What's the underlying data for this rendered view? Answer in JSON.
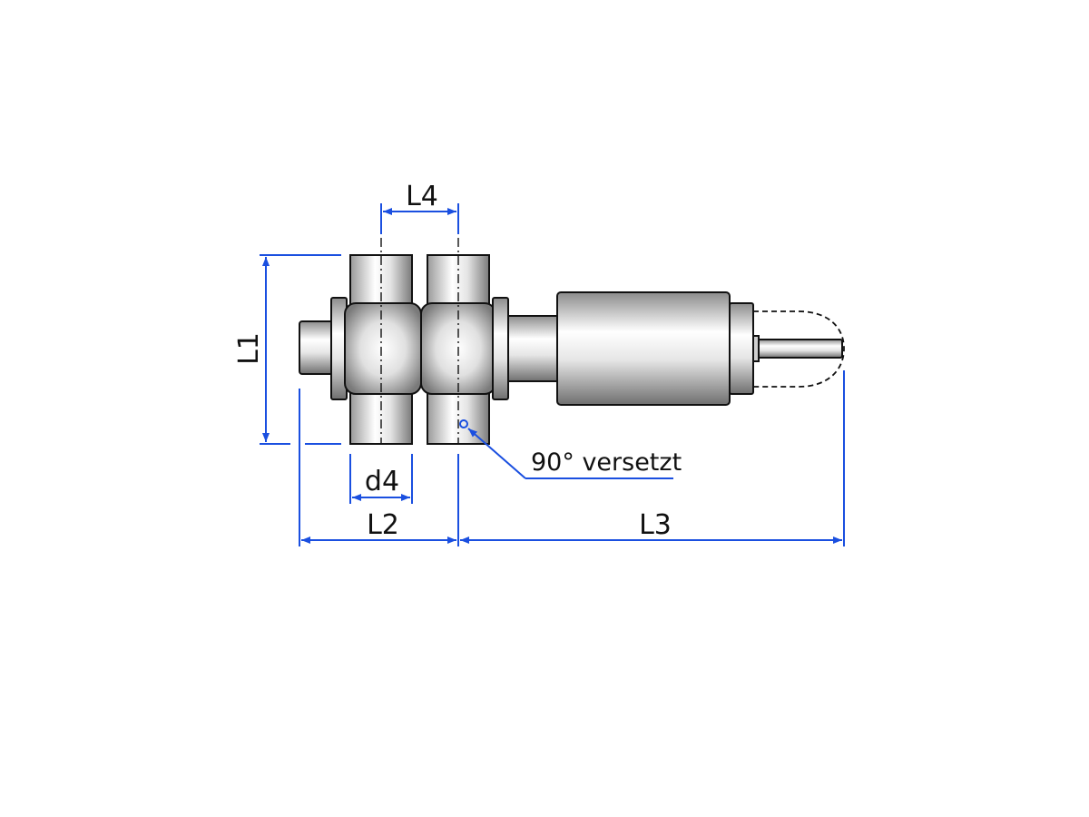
{
  "labels": {
    "l1": "L1",
    "l2": "L2",
    "l3": "L3",
    "l4": "L4",
    "d4": "d4",
    "note": "90° versetzt"
  },
  "colors": {
    "dimension": "#1a4fe0",
    "outline": "#111111",
    "background": "#ffffff"
  }
}
